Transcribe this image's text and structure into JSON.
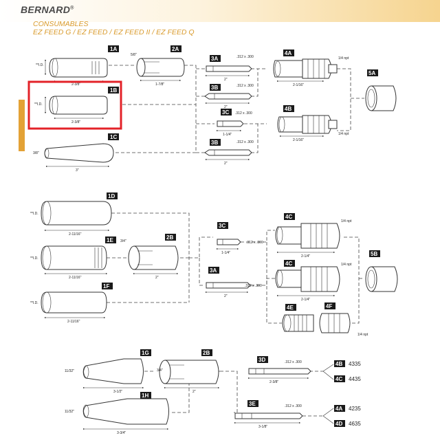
{
  "header": {
    "brand": "BERNARD",
    "brand_mark": "®",
    "title_line1": "CONSUMABLES",
    "title_line2": "EZ FEED G / EZ FEED / EZ FEED II / EZ FEED Q"
  },
  "colors": {
    "accent": "#d99a2b",
    "side_bar": "#e3a236",
    "highlight": "#e32228",
    "label_bg": "#1a1a1a"
  },
  "highlighted_part": "1B",
  "parts": {
    "p1A": "1A",
    "p1B": "1B",
    "p1C": "1C",
    "p1D": "1D",
    "p1E": "1E",
    "p1F": "1F",
    "p1G": "1G",
    "p1H": "1H",
    "p2A": "2A",
    "p2B_mid": "2B",
    "p2B_low": "2B",
    "p3A_top": "3A",
    "p3B_top": "3B",
    "p3C_top": "3C",
    "p3B_low": "3B",
    "p3C_mid": "3C",
    "p3A_mid": "3A",
    "p3D": "3D",
    "p3E": "3E",
    "p4A": "4A",
    "p4B": "4B",
    "p4C_a": "4C",
    "p4C_b": "4C",
    "p4E": "4E",
    "p4F": "4F",
    "p5A": "5A",
    "p5B": "5B",
    "p4B_small": "4B",
    "p4C_small": "4C",
    "p4A_small": "4A",
    "p4D_small": "4D"
  },
  "part_numbers": {
    "n4B": "4335",
    "n4C": "4435",
    "n4A": "4235",
    "n4D": "4635"
  },
  "dims": {
    "id": "**I.D.",
    "d_1A": "2-3/8\"",
    "d_1B": "2-3/8\"",
    "d_1C_dia": "3/8\"",
    "d_1C": "3\"",
    "d_2A_top": "5/8\"",
    "d_2A": "1-7/8\"",
    "d_3A": "2\"",
    "d_3A_spec": ".312 x .300",
    "d_3B": "2\"",
    "d_3B_spec": ".312 x .300",
    "d_3C": "1-1/4\"",
    "d_3C_spec": ".312 x .300",
    "d_3B2": "2\"",
    "d_3B2_spec": ".312 x .300",
    "d_4A": "2-1/16\"",
    "d_4A_npt": "1/4 npt",
    "d_4B": "2-1/16\"",
    "d_4B_npt": "1/4 npt",
    "d_1D": "2-11/16\"",
    "d_1E": "2-11/16\"",
    "d_1E_dia": "3/4\"",
    "d_1F": "2-11/16\"",
    "d_2B": "2\"",
    "d_3Cm": "1-1/4\"",
    "d_3Cm_spec": ".312 x .300",
    "d_3Am": "2\"",
    "d_3Am_spec": ".312 x .300",
    "d_4Ca": "2-1/4\"",
    "d_4Ca_npt": "1/4 npt",
    "d_4Cb": "2-1/4\"",
    "d_4Cb_npt": "1/4 npt",
    "d_4F_npt": "1/4 npt",
    "d_1G_dia": "11/32\"",
    "d_1G": "3-1/2\"",
    "d_1H_dia": "11/32\"",
    "d_1H": "3-3/4\"",
    "d_2B_dia": "3/4\"",
    "d_2Bl": "2\"",
    "d_3D": "2-3/8\"",
    "d_3D_spec": ".312 x .300",
    "d_3E": "3-1/8\"",
    "d_3E_spec": ".312 x .300"
  }
}
